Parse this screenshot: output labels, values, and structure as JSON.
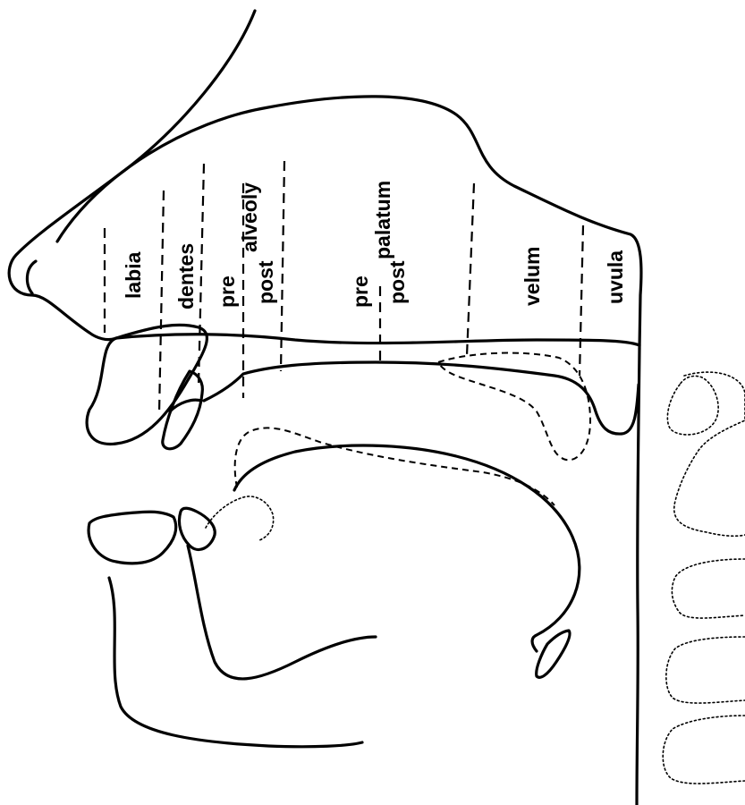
{
  "zone_labels": {
    "labia": "labia",
    "dentes": "dentes",
    "alveoli_pre": "pre",
    "alveoli": "alveoly",
    "alveoli_post": "post",
    "palatum_pre": "pre",
    "palatum": "palatum",
    "palatum_post": "post",
    "velum": "velum",
    "uvula": "uvula"
  },
  "colors": {
    "line": "#000000",
    "background": "#ffffff"
  }
}
